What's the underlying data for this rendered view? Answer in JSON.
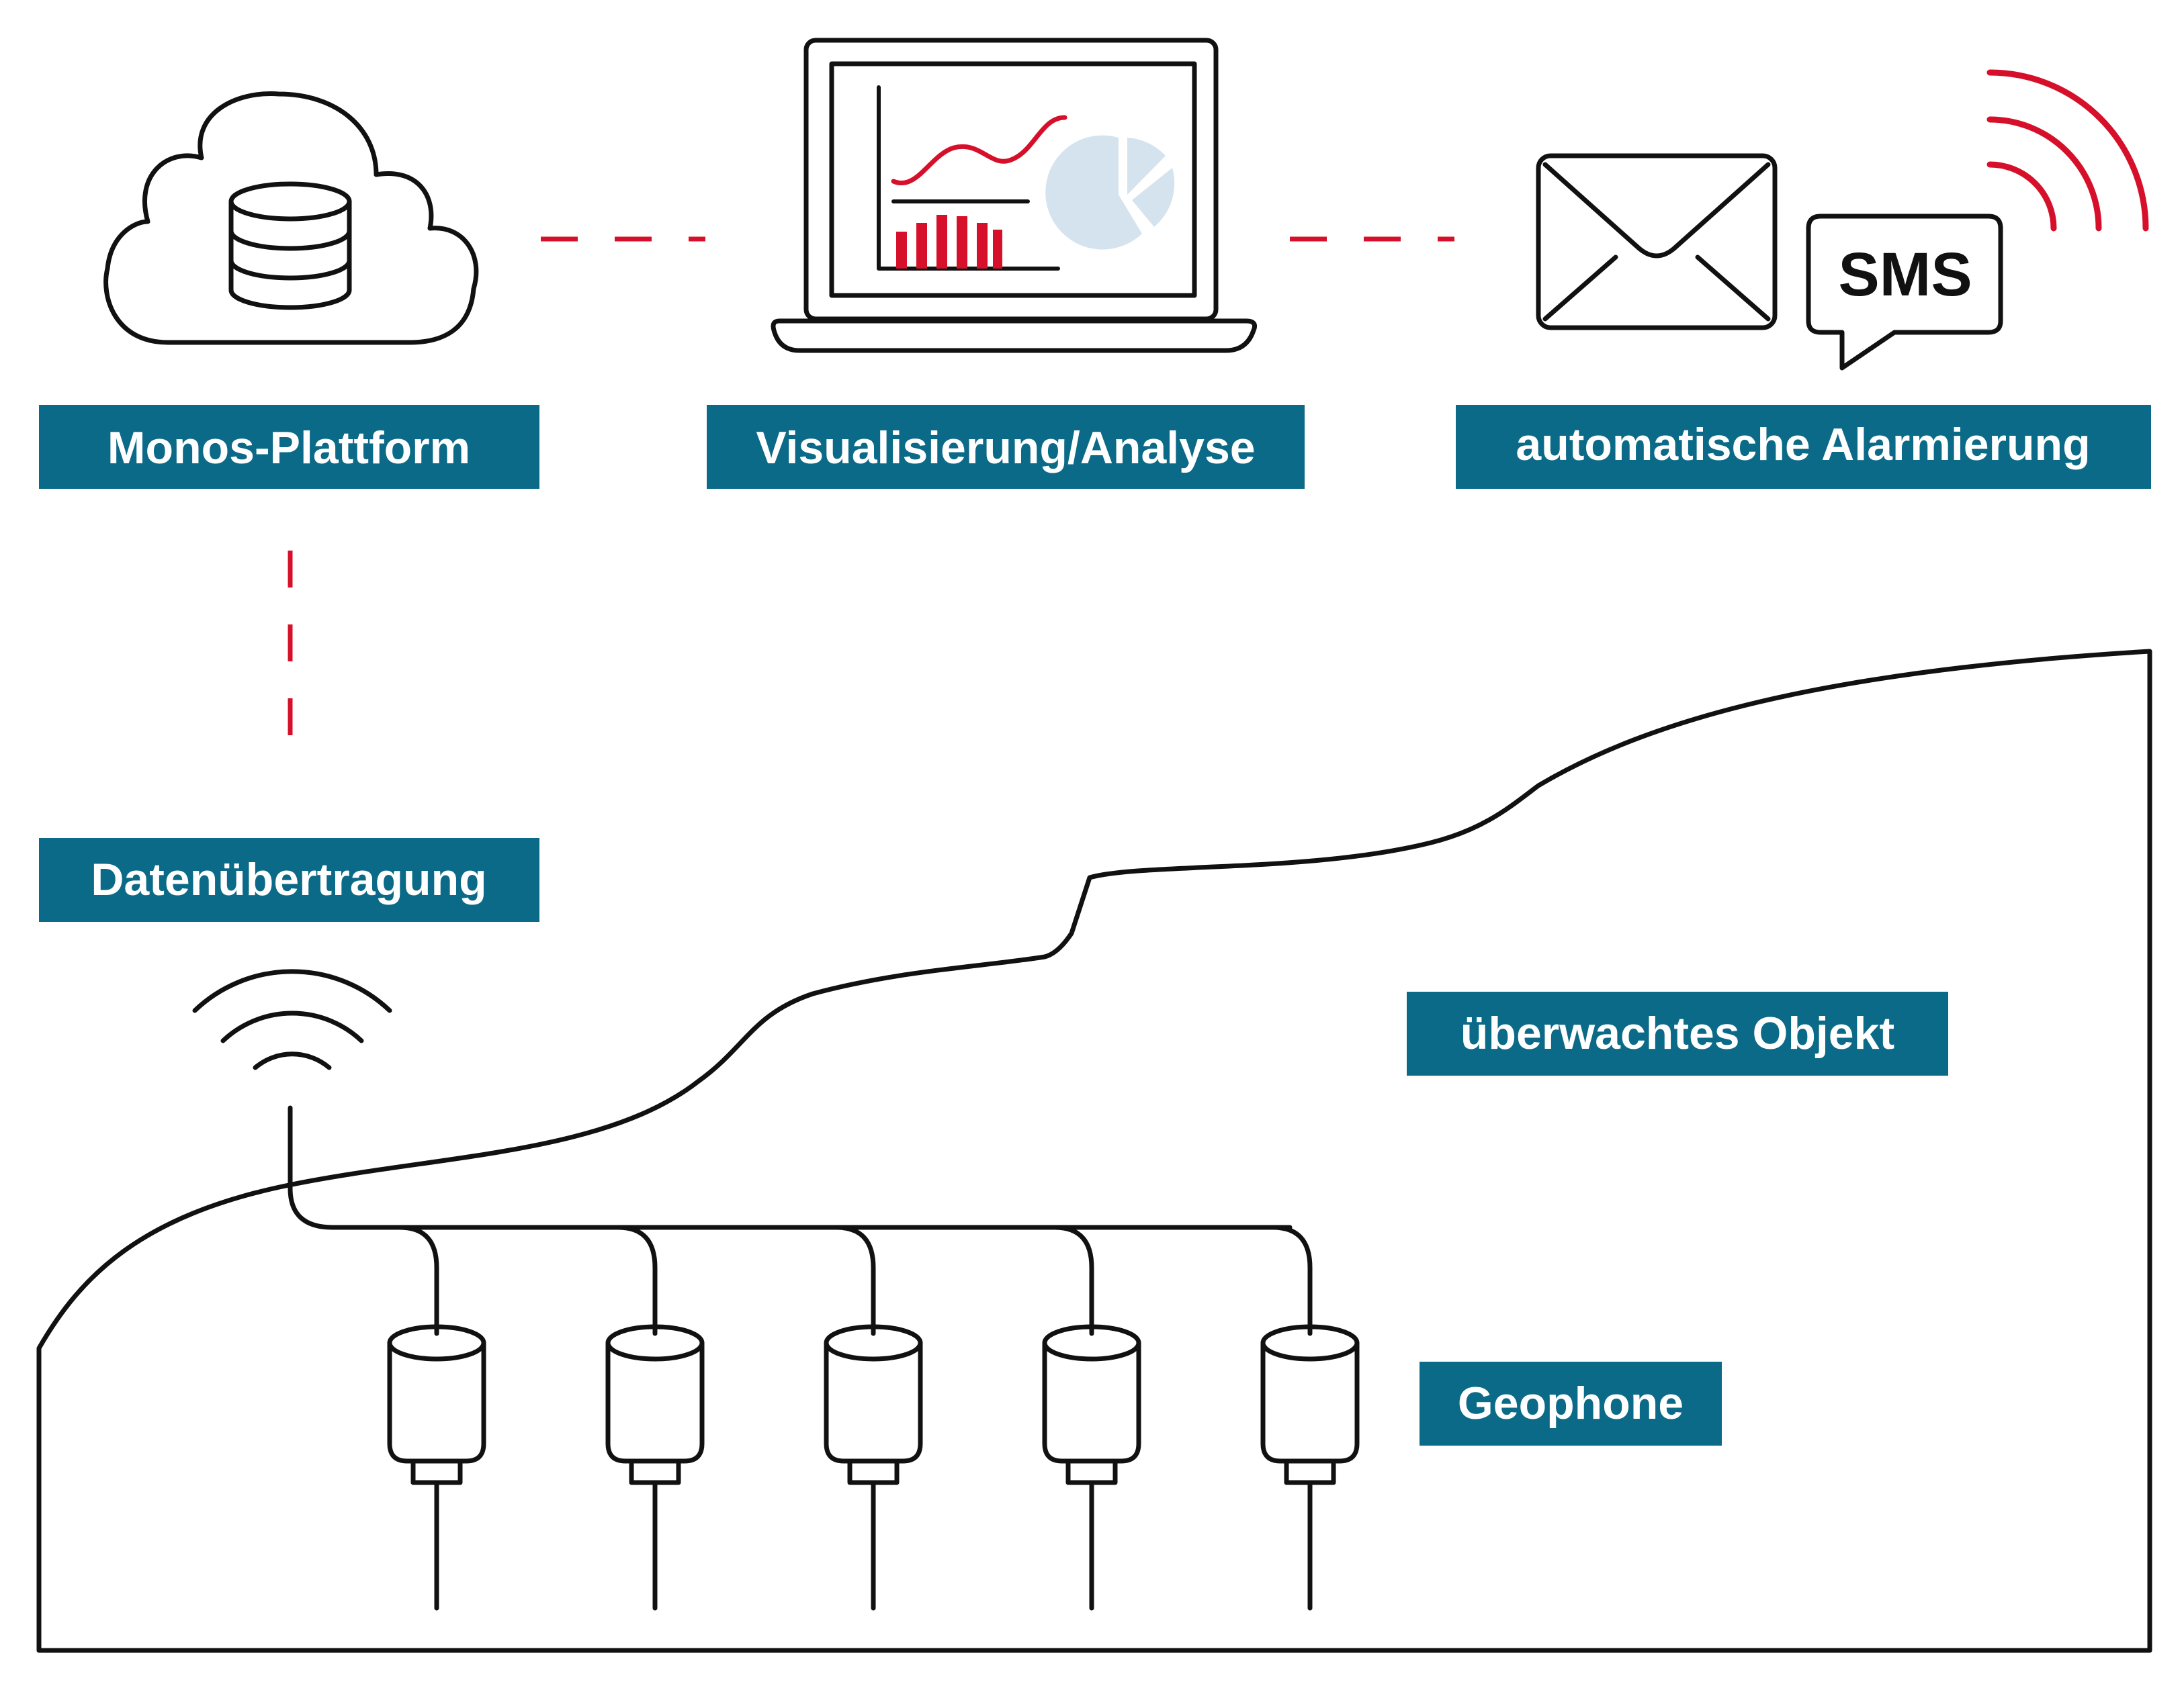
{
  "labels": {
    "platform": "Monos-Plattform",
    "visualization": "Visualisierung/Analyse",
    "alarm": "automatische Alarmierung",
    "transmission": "Datenübertragung",
    "object": "überwachtes Objekt",
    "geophones": "Geophone"
  },
  "sms_text": "SMS",
  "icons": {
    "cloud": "cloud-database-icon",
    "laptop": "laptop-chart-icon",
    "mail": "envelope-icon",
    "sms": "sms-bubble-icon",
    "signal": "signal-waves-icon",
    "antenna": "wifi-antenna-icon"
  },
  "colors": {
    "label_bg": "#0b6a87",
    "label_text": "#ffffff",
    "accent_red": "#d6102a",
    "line": "#111111",
    "pie": "#d5e3ee"
  },
  "geophone_count": 5
}
